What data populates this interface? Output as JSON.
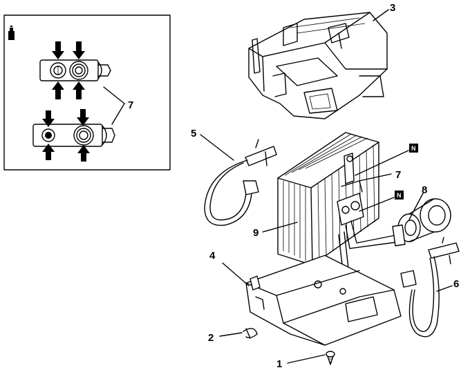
{
  "callouts": {
    "c1": "1",
    "c2": "2",
    "c3": "3",
    "c4": "4",
    "c5": "5",
    "c6": "6",
    "c7_main": "7",
    "c7_inset": "7",
    "c8": "8",
    "c9": "9"
  },
  "badges": {
    "b1": "N",
    "b2": "N"
  },
  "icons": {
    "inset_marker": "spray-can-icon",
    "press_arrow": "arrow-icon"
  }
}
